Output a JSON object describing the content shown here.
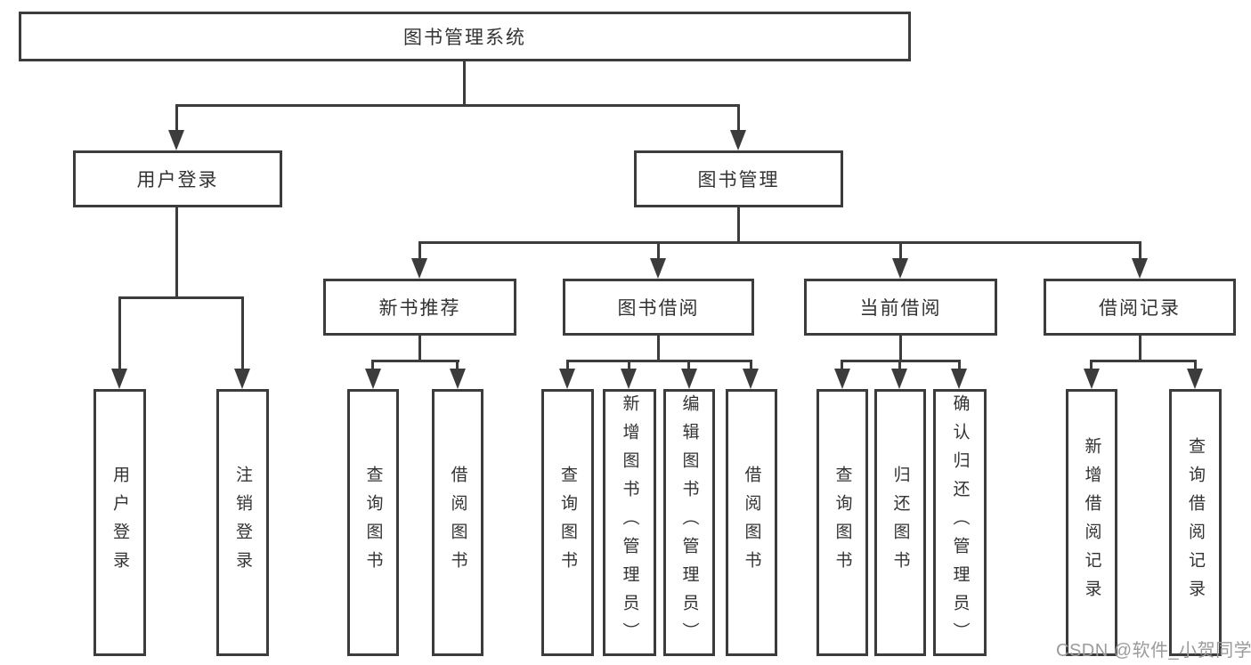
{
  "nodes": {
    "root": "图书管理系统",
    "user_login": "用户登录",
    "book_management": "图书管理",
    "new_book_rec": "新书推荐",
    "book_borrow": "图书借阅",
    "current_borrow": "当前借阅",
    "borrow_records": "借阅记录",
    "leaf_user_login": "用户登录",
    "leaf_logout": "注销登录",
    "leaf_nbr_query": "查询图书",
    "leaf_nbr_borrow": "借阅图书",
    "leaf_bb_query": "查询图书",
    "leaf_bb_add": "新增图书（管理员）",
    "leaf_bb_edit": "编辑图书（管理员）",
    "leaf_bb_borrow": "借阅图书",
    "leaf_cb_query": "查询图书",
    "leaf_cb_return": "归还图书",
    "leaf_cb_confirm": "确认归还（管理员）",
    "leaf_br_add": "新增借阅记录",
    "leaf_br_query": "查询借阅记录",
    "watermark": "CSDN @软件_小贺同学"
  },
  "hierarchy": {
    "label": "图书管理系统",
    "children": [
      {
        "label": "用户登录",
        "children": [
          {
            "label": "用户登录"
          },
          {
            "label": "注销登录"
          }
        ]
      },
      {
        "label": "图书管理",
        "children": [
          {
            "label": "新书推荐",
            "children": [
              {
                "label": "查询图书"
              },
              {
                "label": "借阅图书"
              }
            ]
          },
          {
            "label": "图书借阅",
            "children": [
              {
                "label": "查询图书"
              },
              {
                "label": "新增图书（管理员）"
              },
              {
                "label": "编辑图书（管理员）"
              },
              {
                "label": "借阅图书"
              }
            ]
          },
          {
            "label": "当前借阅",
            "children": [
              {
                "label": "查询图书"
              },
              {
                "label": "归还图书"
              },
              {
                "label": "确认归还（管理员）"
              }
            ]
          },
          {
            "label": "借阅记录",
            "children": [
              {
                "label": "新增借阅记录"
              },
              {
                "label": "查询借阅记录"
              }
            ]
          }
        ]
      }
    ]
  },
  "colors": {
    "line": "#3c3c3c",
    "text": "#333333",
    "watermark": "#9b9b9b",
    "background": "#ffffff"
  }
}
